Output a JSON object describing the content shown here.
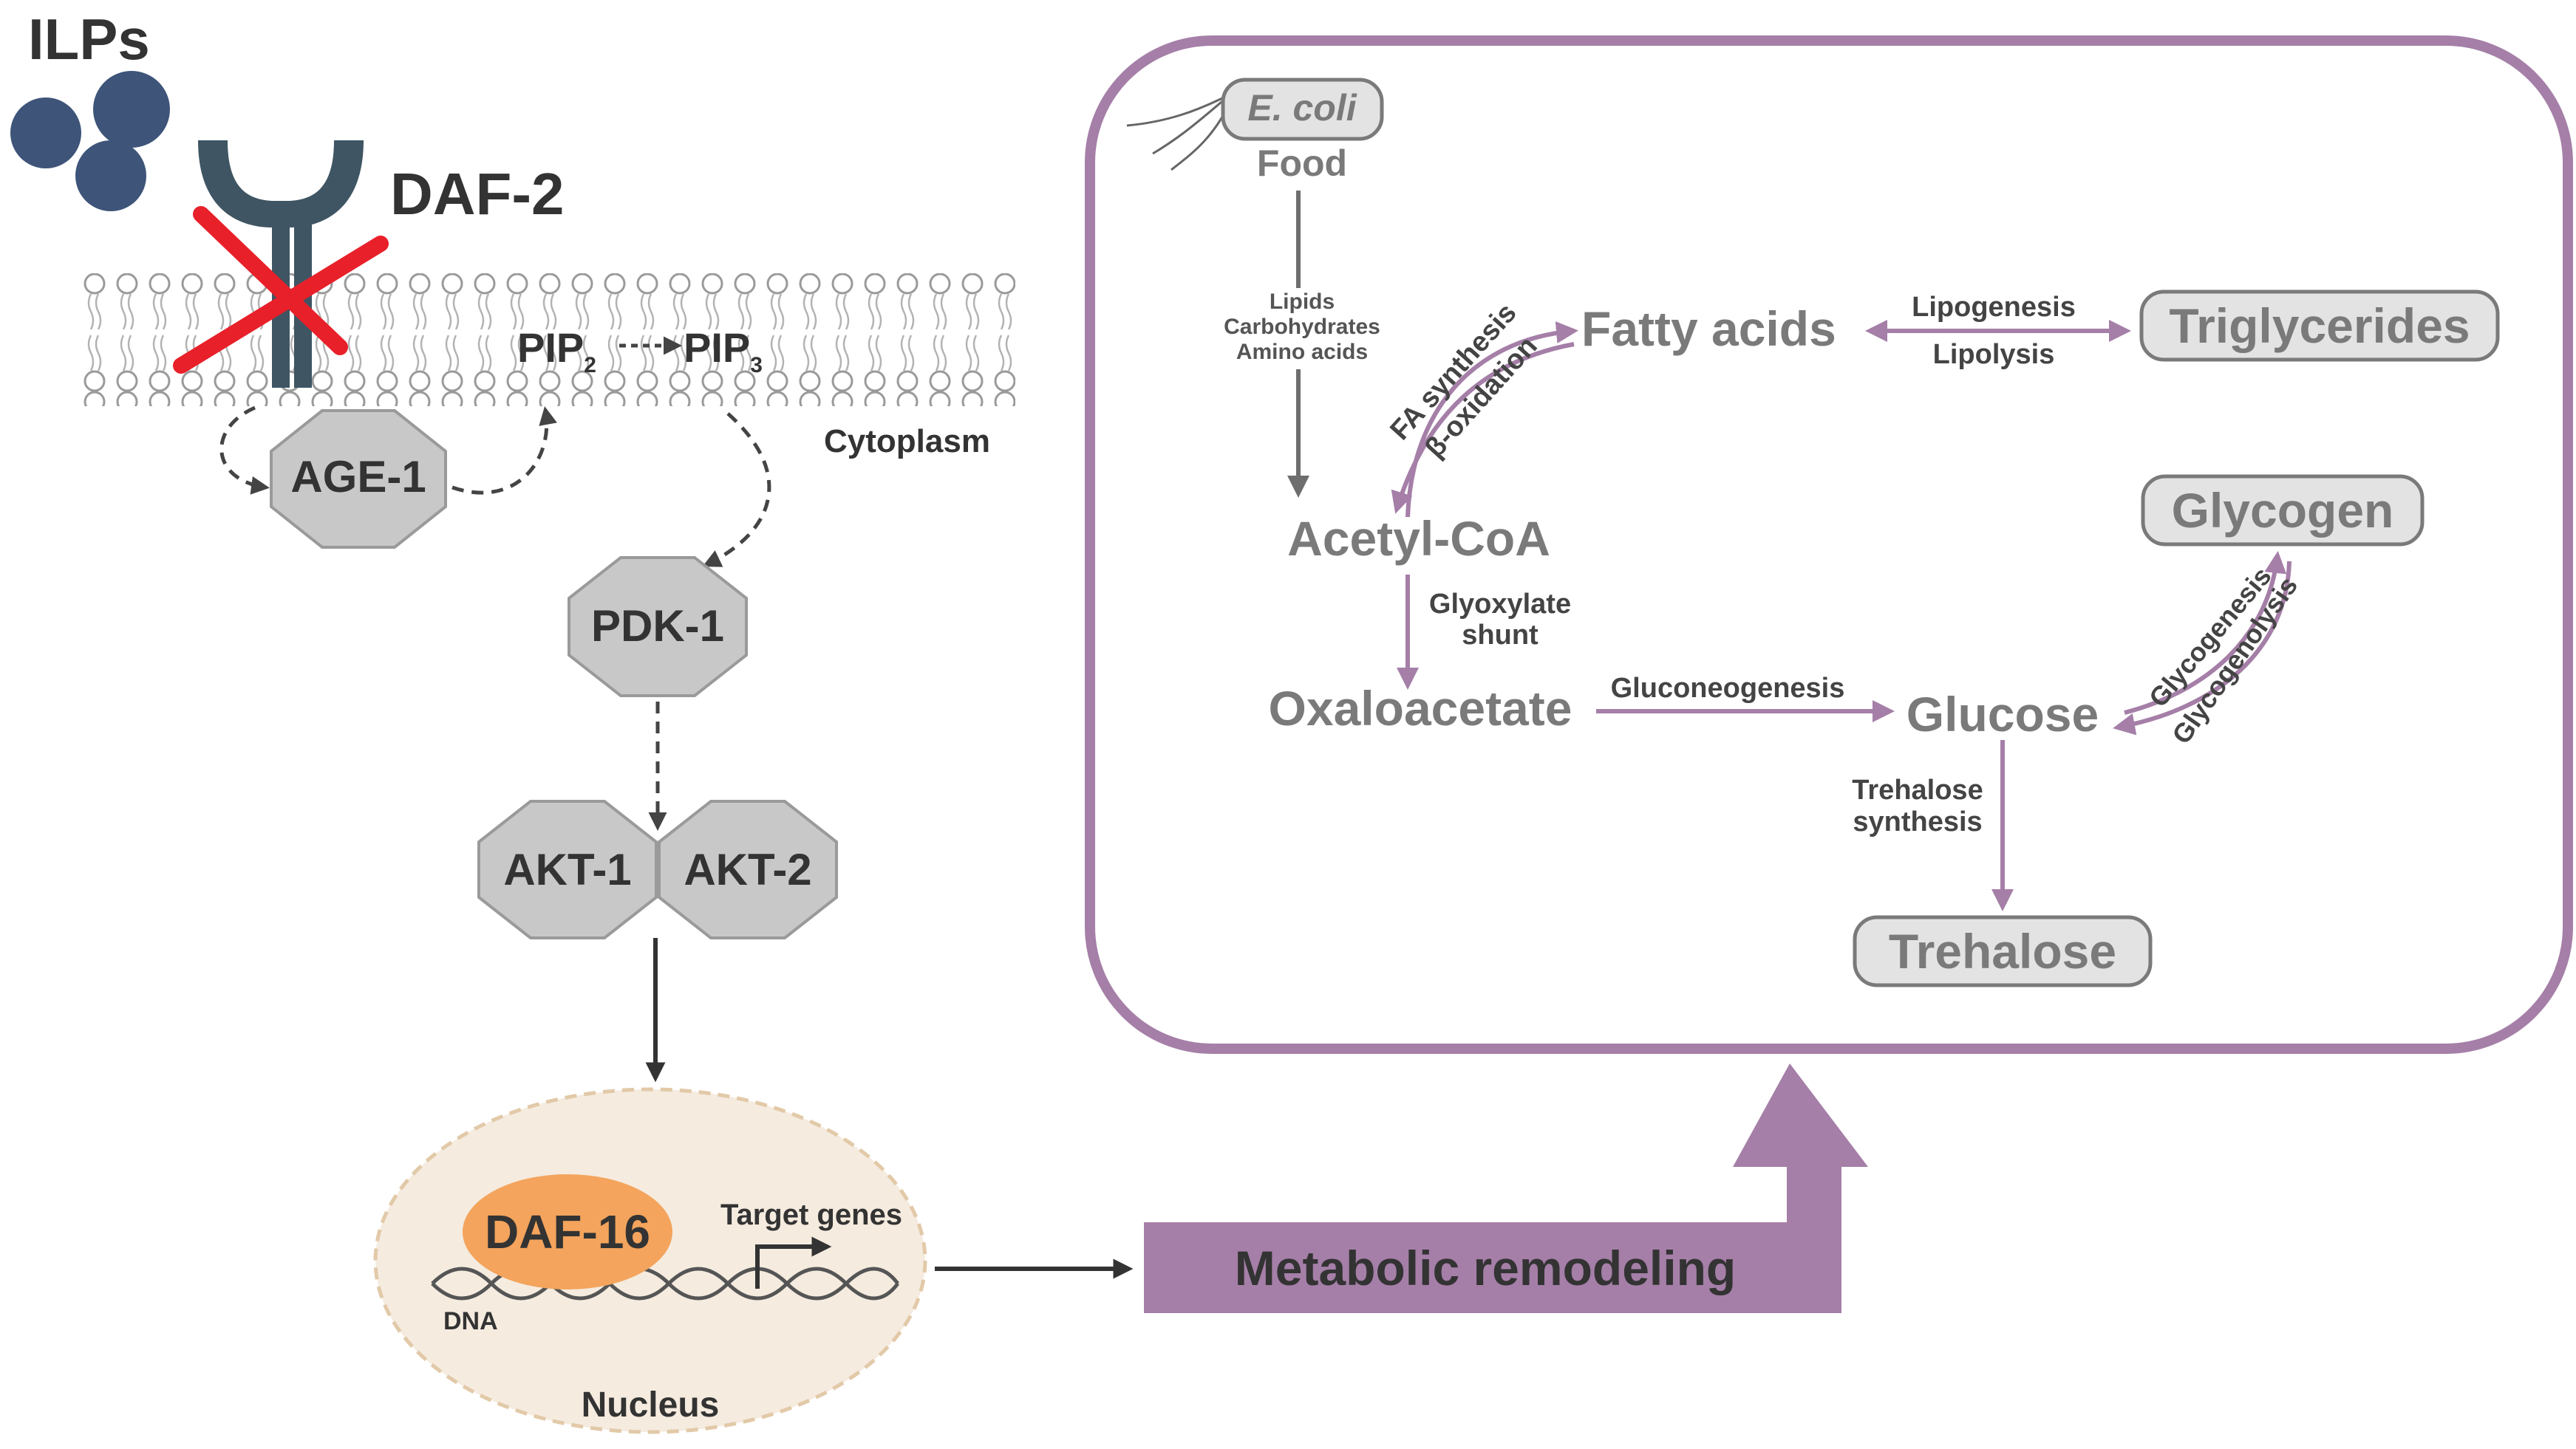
{
  "colors": {
    "purple": "#a57fa8",
    "purple_dark": "#7d5a80",
    "slate": "#3f5563",
    "ligand": "#3e5479",
    "octagon_fill": "#c8c8c8",
    "octagon_stroke": "#9a9a9a",
    "daf16": "#f4a45c",
    "nucleus_fill": "#f5ebdf",
    "nucleus_stroke": "#e2c9a8",
    "membrane": "#9a9a9a",
    "red_x": "#e8202a",
    "box_fill": "#e3e3e3",
    "text_gray": "#7a7a7a",
    "text_dark": "#333333"
  },
  "signaling": {
    "ligand_label": "ILPs",
    "receptor_label": "DAF-2",
    "pip2_label": "PIP",
    "pip2_sub": "2",
    "pip3_label": "PIP",
    "pip3_sub": "3",
    "cytoplasm_label": "Cytoplasm",
    "age1_label": "AGE-1",
    "pdk1_label": "PDK-1",
    "akt1_label": "AKT-1",
    "akt2_label": "AKT-2",
    "daf16_label": "DAF-16",
    "target_genes_label": "Target genes",
    "dna_label": "DNA",
    "nucleus_label": "Nucleus"
  },
  "metabolism": {
    "ecoli_label": "E. coli",
    "food_label": "Food",
    "nutrients": [
      "Lipids",
      "Carbohydrates",
      "Amino acids"
    ],
    "fatty_acids_label": "Fatty acids",
    "triglycerides_label": "Triglycerides",
    "lipogenesis_label": "Lipogenesis",
    "lipolysis_label": "Lipolysis",
    "fa_synthesis_label": "FA synthesis",
    "beta_oxidation_label": "β-oxidation",
    "acetyl_coa_label": "Acetyl-CoA",
    "glyoxylate_label_1": "Glyoxylate",
    "glyoxylate_label_2": "shunt",
    "oxaloacetate_label": "Oxaloacetate",
    "gluconeogenesis_label": "Gluconeogenesis",
    "glucose_label": "Glucose",
    "glycogen_label": "Glycogen",
    "glycogenesis_label": "Glycogenesis",
    "glycogenolysis_label": "Glycogenolysis",
    "trehalose_synthesis_label_1": "Trehalose",
    "trehalose_synthesis_label_2": "synthesis",
    "trehalose_label": "Trehalose"
  },
  "remodeling_label": "Metabolic remodeling"
}
